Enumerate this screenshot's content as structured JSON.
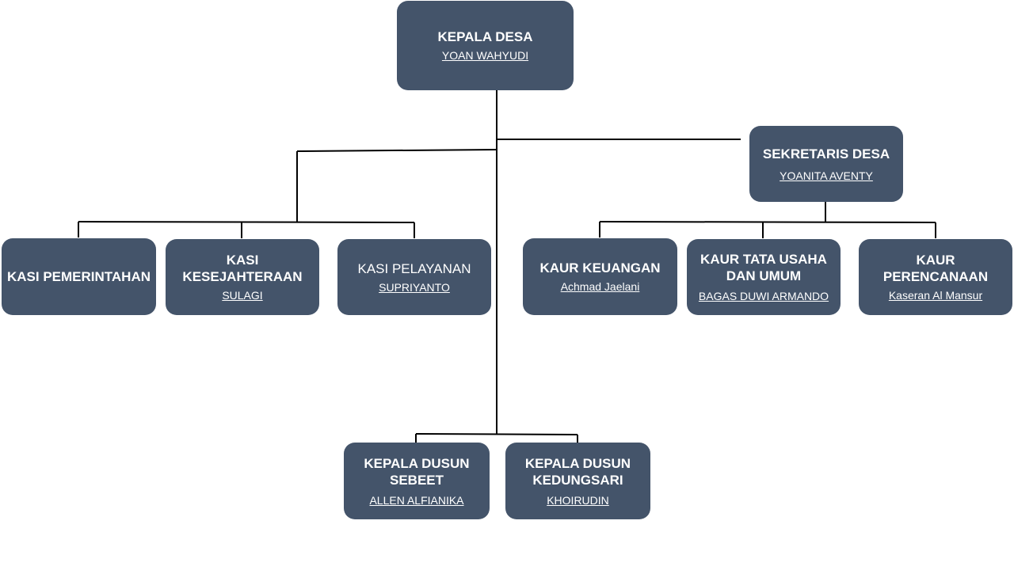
{
  "org_chart": {
    "kepala_desa": {
      "role": "KEPALA DESA",
      "person": "YOAN WAHYUDI"
    },
    "sekretaris_desa": {
      "role": "SEKRETARIS DESA",
      "person": "YOANITA AVENTY"
    },
    "kasi_pemerintahan": {
      "role": "KASI PEMERINTAHAN",
      "person": ""
    },
    "kasi_kesejahteraan": {
      "role": "KASI KESEJAHTERAAN",
      "person": "SULAGI"
    },
    "kasi_pelayanan": {
      "role": "KASI PELAYANAN",
      "person": "SUPRIYANTO"
    },
    "kaur_keuangan": {
      "role": "KAUR KEUANGAN",
      "person": "Achmad Jaelani"
    },
    "kaur_tata_usaha": {
      "role": "KAUR TATA USAHA DAN UMUM",
      "person": "BAGAS DUWI ARMANDO"
    },
    "kaur_perencanaan": {
      "role": "KAUR PERENCANAAN",
      "person": "Kaseran Al Mansur"
    },
    "kepala_dusun_sebeet": {
      "role": "KEPALA DUSUN SEBEET",
      "person": "ALLEN ALFIANIKA"
    },
    "kepala_dusun_kedungsari": {
      "role": "KEPALA DUSUN KEDUNGSARI",
      "person": "KHOIRUDIN"
    }
  },
  "colors": {
    "box_fill": "#44546a",
    "box_text": "#ffffff",
    "connector": "#000000"
  }
}
